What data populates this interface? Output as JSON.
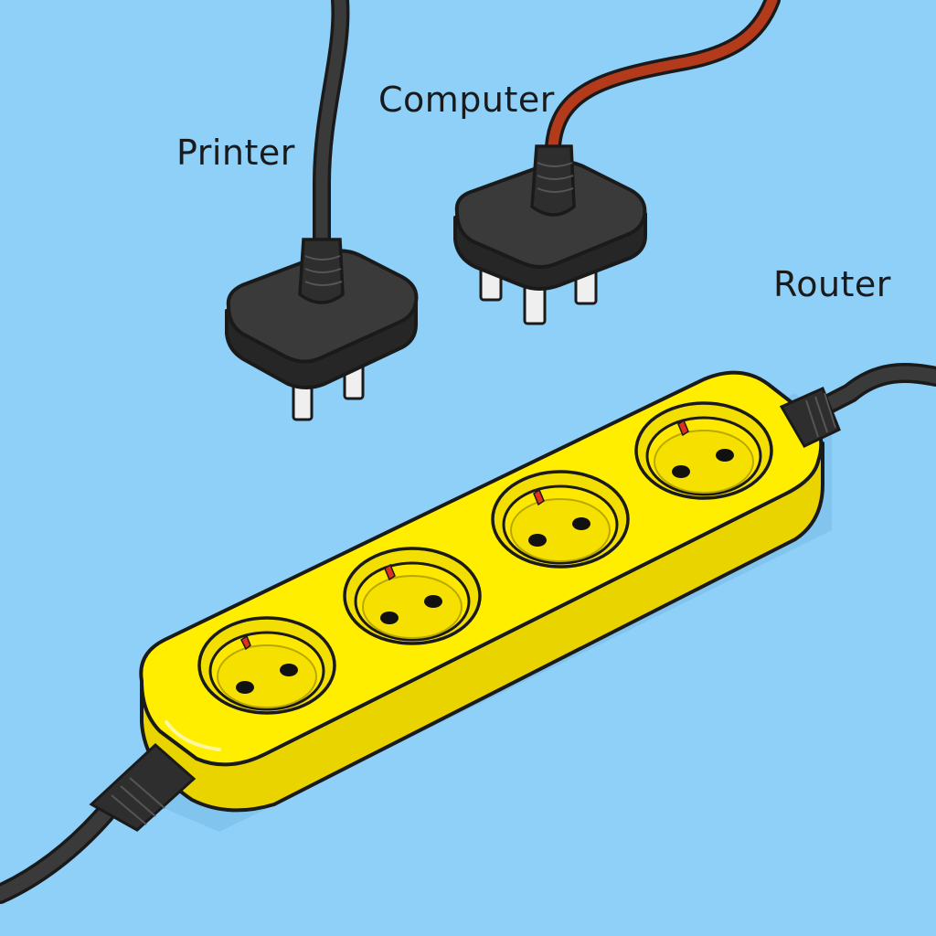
{
  "labels": {
    "printer": "Printer",
    "computer": "Computer",
    "router": "Router"
  },
  "colors": {
    "background": "#8ed0f7",
    "strip_body": "#ffee00",
    "strip_shadow": "#dcc400",
    "outline": "#1a1a1a",
    "plug_body": "#3a3a3a",
    "cable_black": "#2e2e2e",
    "cable_red": "#b33a1a",
    "indicator_red": "#e0301e",
    "prong": "#efefef"
  },
  "objects": {
    "power_strip": {
      "outlets": 4
    },
    "plugs": [
      "printer-plug",
      "computer-plug"
    ]
  }
}
